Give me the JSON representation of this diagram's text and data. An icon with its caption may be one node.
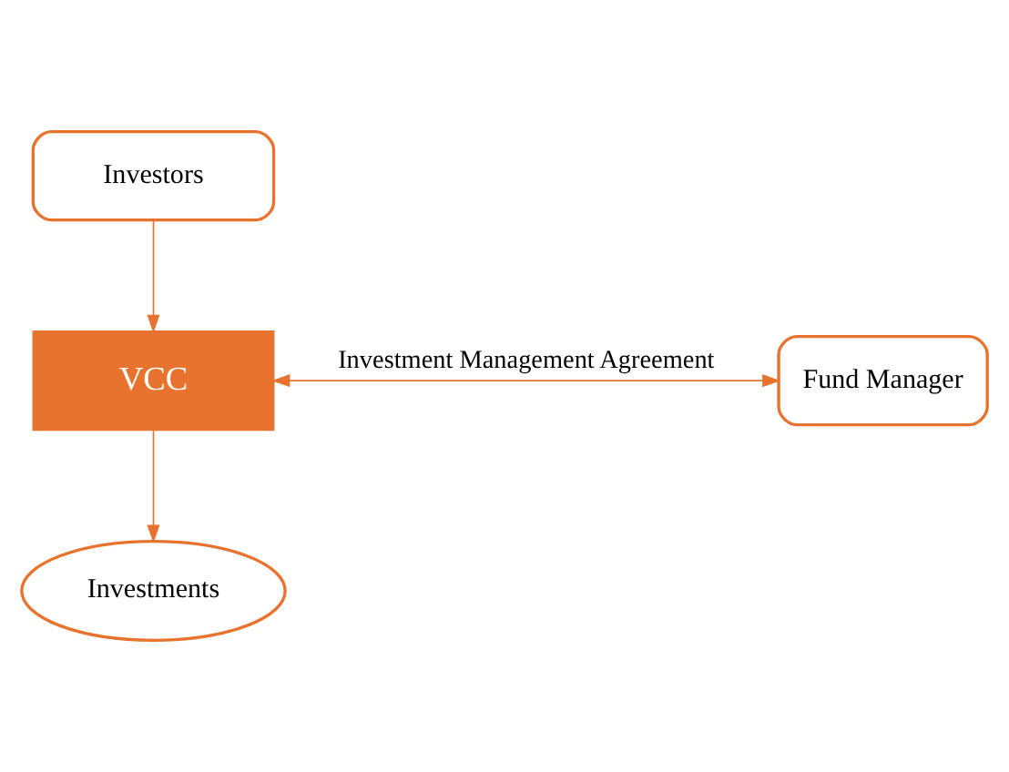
{
  "diagram": {
    "nodes": [
      {
        "text": [
          "Investors"
        ]
      },
      {
        "text": [
          "VCC"
        ]
      },
      {
        "text": [
          "Fund Manager"
        ]
      },
      {
        "text": [
          "Investments"
        ]
      }
    ],
    "edges": [
      {
        "from": 0,
        "to": 1,
        "arrow": "to"
      },
      {
        "from": 1,
        "to": 2,
        "arrow": "both",
        "label": "Investment Management Agreement"
      },
      {
        "from": 1,
        "to": 3,
        "arrow": "to"
      }
    ]
  }
}
